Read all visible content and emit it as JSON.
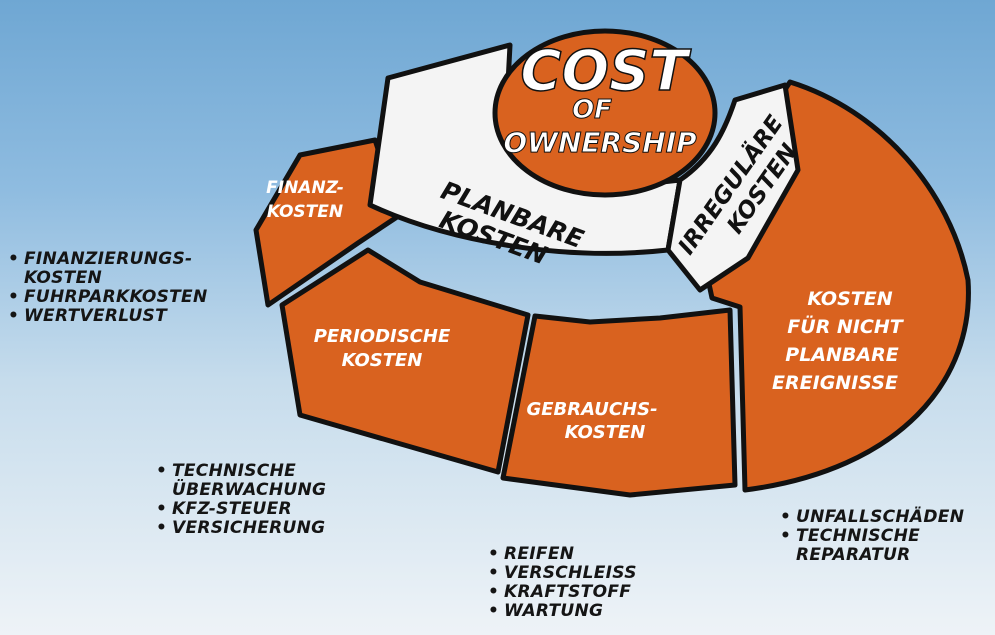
{
  "center": {
    "line1": "COST",
    "line2": "OF",
    "line3": "OWNERSHIP"
  },
  "ring": {
    "planbar": [
      "PLANBARE",
      "KOSTEN"
    ],
    "irregular": [
      "IRREGULÄRE",
      "KOSTEN"
    ]
  },
  "segments": {
    "finanz": [
      "FINANZ-",
      "KOSTEN"
    ],
    "periodisch": [
      "PERIODISCHE",
      "KOSTEN"
    ],
    "gebrauch": [
      "GEBRAUCHS-",
      "KOSTEN"
    ],
    "nichtplanbar": [
      "KOSTEN",
      "FÜR NICHT",
      "PLANBARE",
      "EREIGNISSE"
    ]
  },
  "lists": {
    "finanz": [
      "FINANZIERUNGS- KOSTEN",
      "FUHRPARKKOSTEN",
      "WERTVERLUST"
    ],
    "periodisch": [
      "TECHNISCHE ÜBERWACHUNG",
      "KFZ-STEUER",
      "VERSICHERUNG"
    ],
    "gebrauch": [
      "REIFEN",
      "VERSCHLEISS",
      "KRAFTSTOFF",
      "WARTUNG"
    ],
    "nichtplanbar": [
      "UNFALLSCHÄDEN",
      "TECHNISCHE REPARATUR"
    ]
  },
  "colors": {
    "orange": "#d9621f",
    "outline": "#111111",
    "ring": "#f4f4f4"
  }
}
